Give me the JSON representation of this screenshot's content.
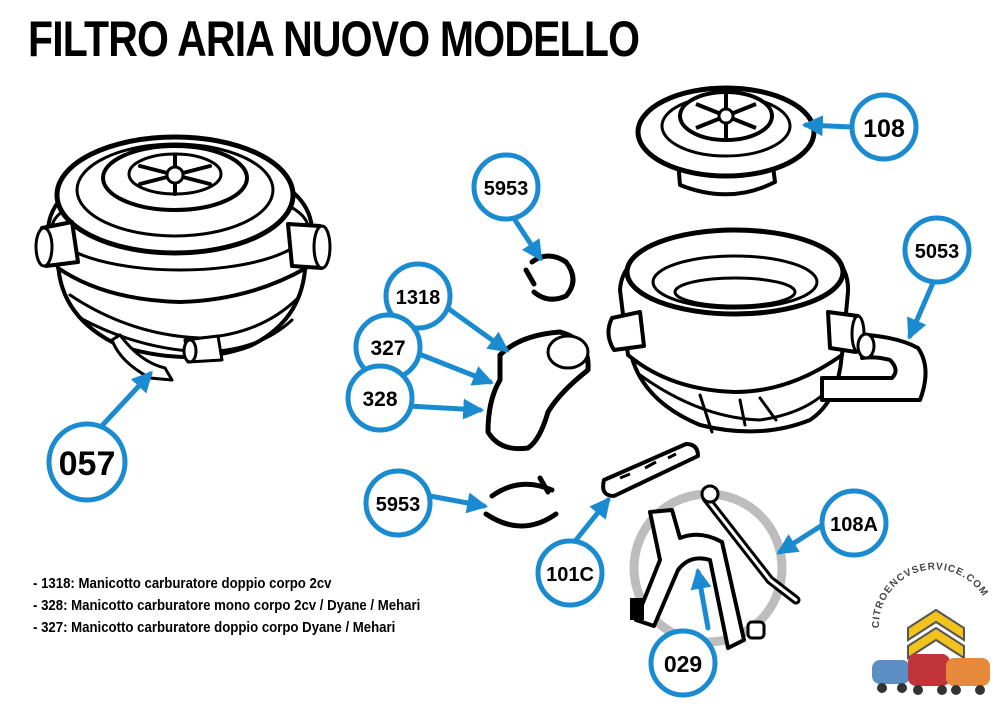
{
  "title": "FILTRO ARIA NUOVO MODELLO",
  "colors": {
    "callout_border": "#1a8bd0",
    "arrow": "#1a8bd0",
    "line_art": "#000000",
    "background": "#ffffff"
  },
  "callouts": {
    "c057": "057",
    "c108": "108",
    "c5953_top": "5953",
    "c5053": "5053",
    "c1318": "1318",
    "c327": "327",
    "c328": "328",
    "c5953_bottom": "5953",
    "c101c": "101C",
    "c108a": "108A",
    "c029": "029"
  },
  "legend": [
    "- 1318: Manicotto carburatore doppio corpo 2cv",
    "- 328: Manicotto carburatore mono corpo 2cv / Dyane / Mehari",
    "- 327: Manicotto carburatore doppio corpo Dyane / Mehari"
  ],
  "logo": {
    "text": "CITROENCVSERVICE.COM",
    "icon": "citroen-chevron-logo"
  }
}
